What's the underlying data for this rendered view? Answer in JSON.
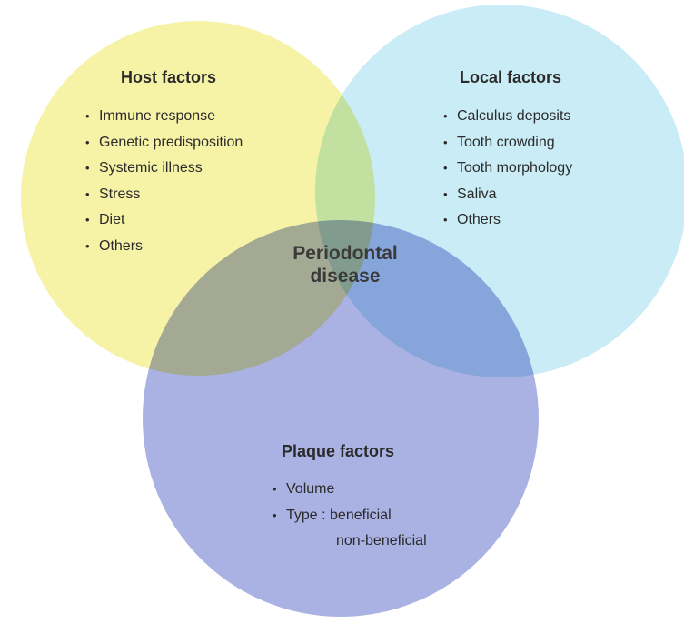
{
  "colors": {
    "host_circle": "#f6f2a6",
    "local_circle": "#c9ecf6",
    "plaque_circle": "#aab2e3",
    "text": "#2b2b2b"
  },
  "host": {
    "title": "Host factors",
    "items": [
      "Immune response",
      "Genetic predisposition",
      "Systemic illness",
      "Stress",
      "Diet",
      "Others"
    ]
  },
  "local": {
    "title": "Local factors",
    "items": [
      "Calculus deposits",
      "Tooth crowding",
      "Tooth morphology",
      "Saliva",
      "Others"
    ]
  },
  "plaque": {
    "title": "Plaque factors",
    "item_volume": "Volume",
    "item_type_prefix": "Type :",
    "item_type_a": "beneficial",
    "item_type_b": "non-beneficial"
  },
  "center": {
    "line1": "Periodontal",
    "line2": "disease"
  }
}
